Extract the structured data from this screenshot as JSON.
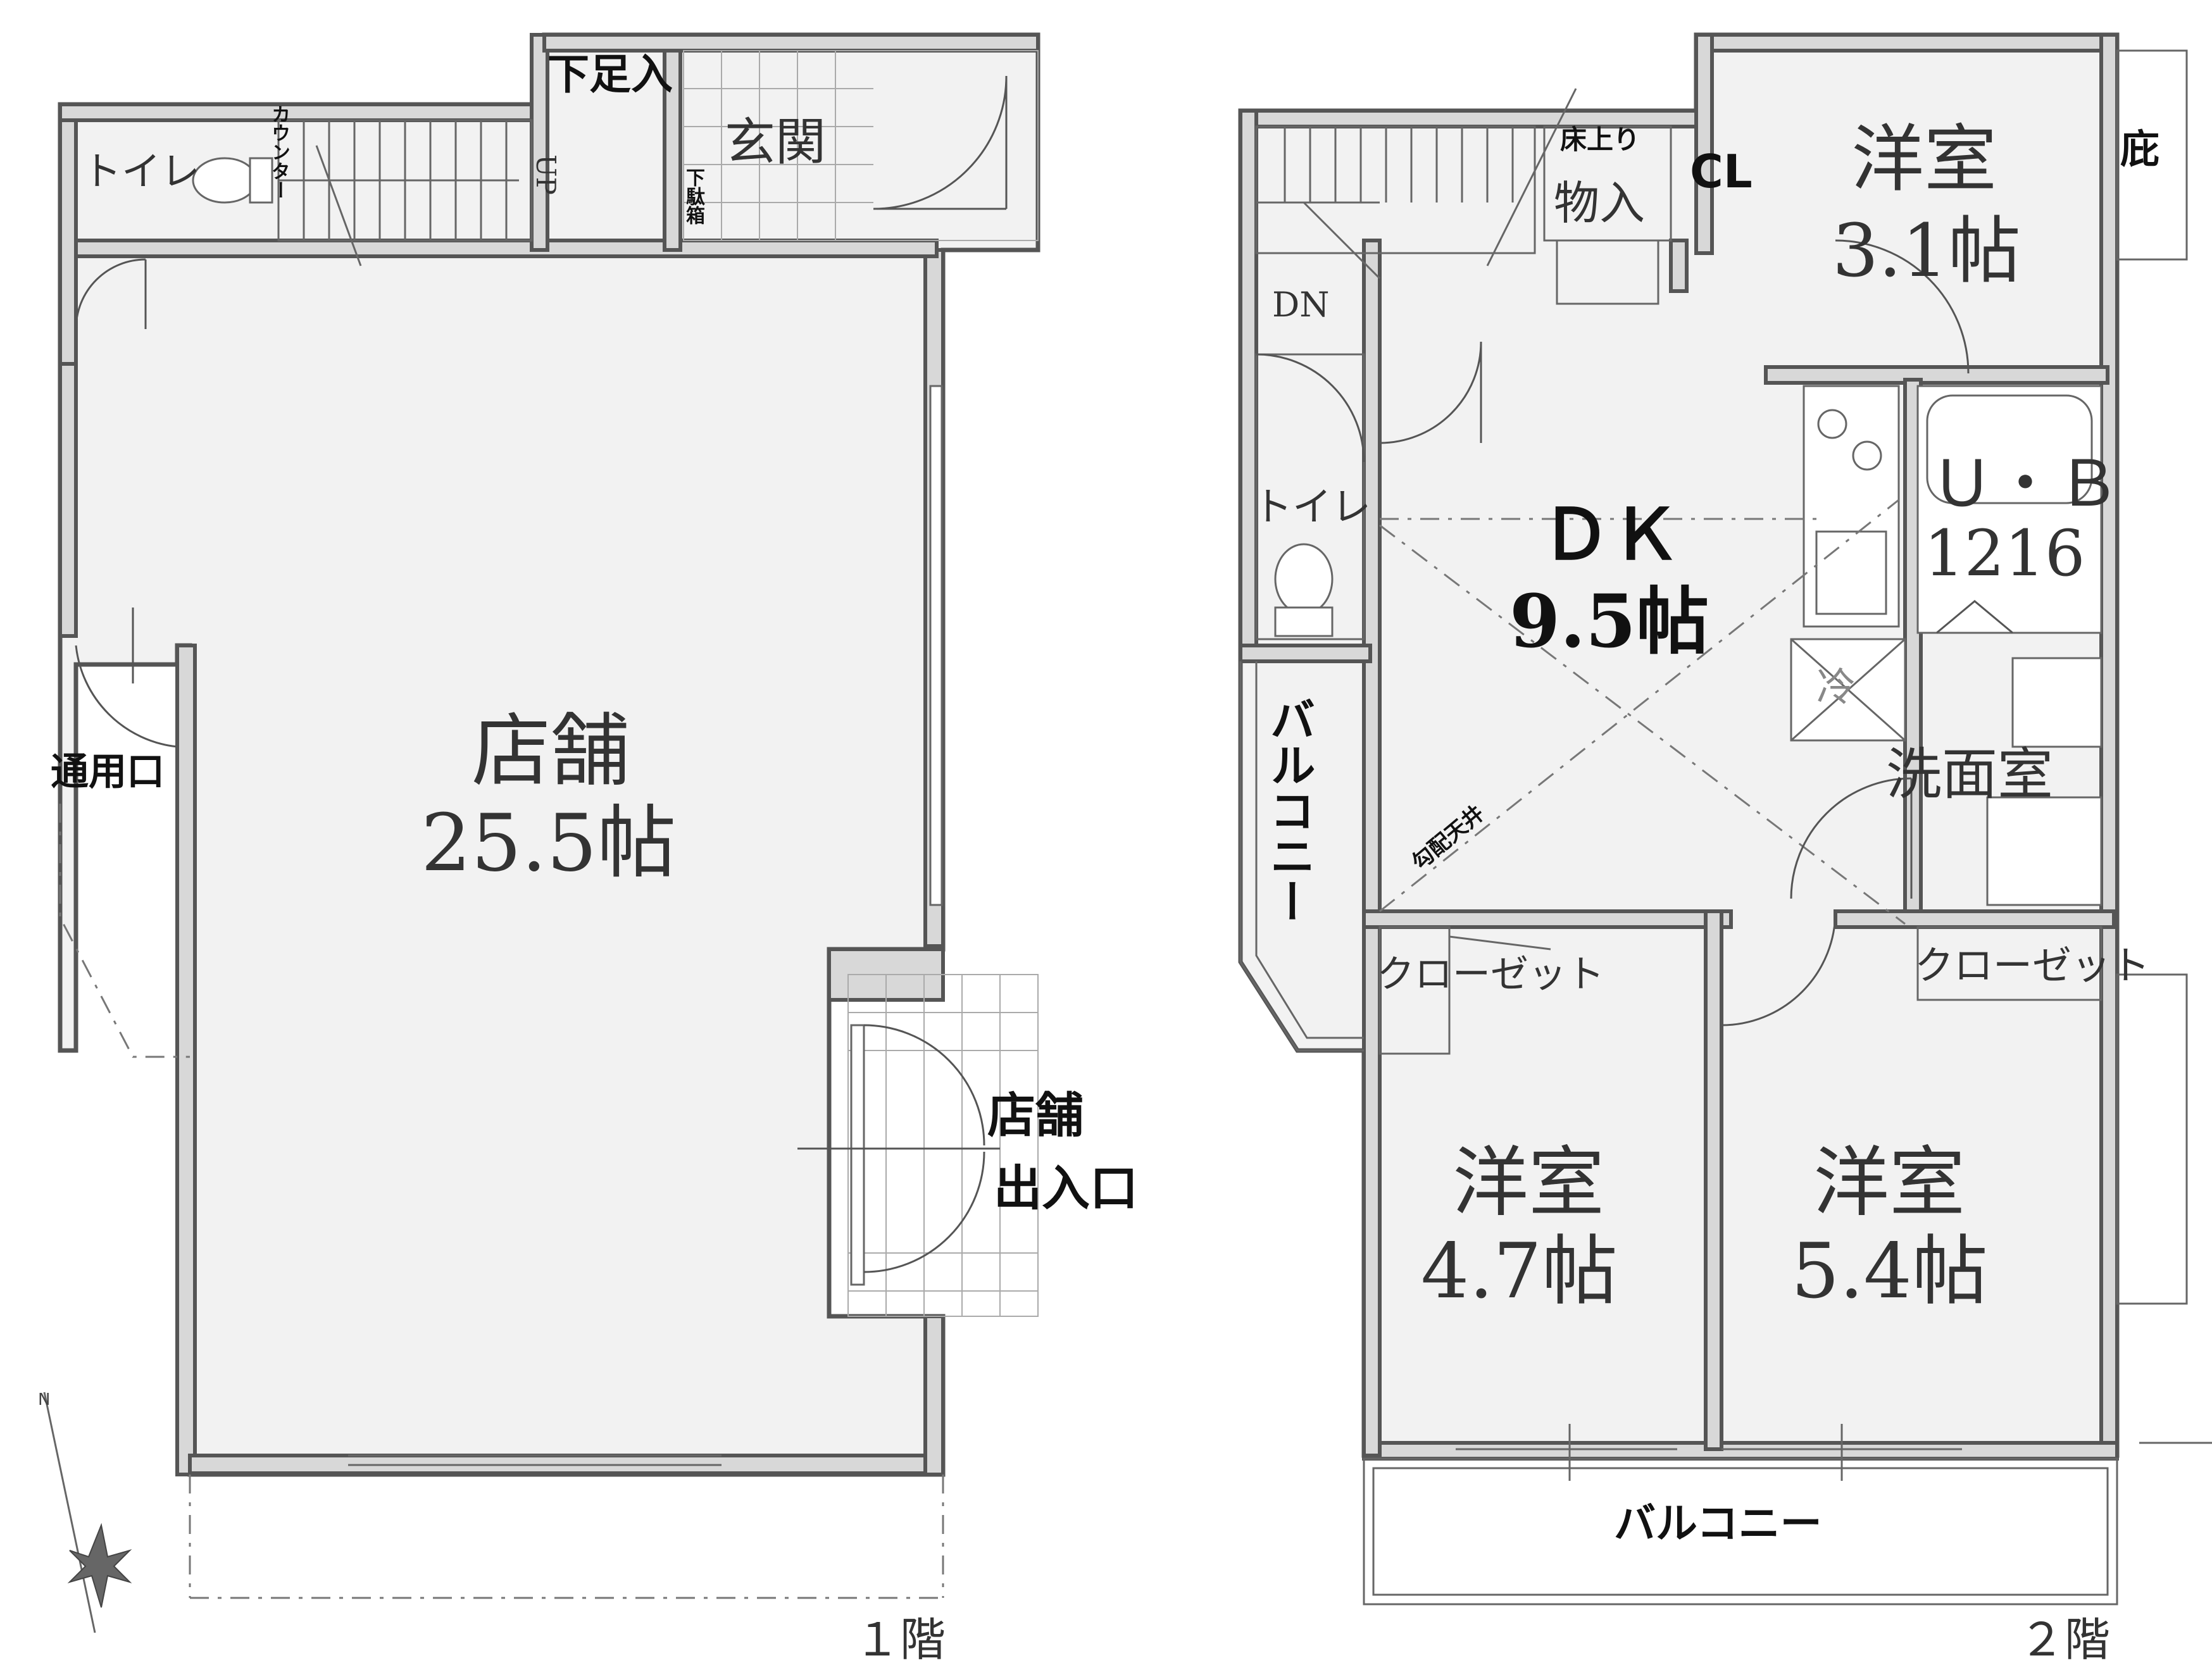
{
  "floor1": {
    "label": "１階",
    "rooms": {
      "store_name": "店舗",
      "store_size": "25.5帖",
      "toilet": "トイレ",
      "counter": "カウンター",
      "up": "UP",
      "shoe_storage": "下足入",
      "entrance": "玄関",
      "shoe_box": "下駄箱",
      "service_entrance": "通用口",
      "store_entrance_1": "店舗",
      "store_entrance_2": "出入口"
    }
  },
  "floor2": {
    "label": "２階",
    "rooms": {
      "dk_name": "ＤＫ",
      "dk_size": "9.5帖",
      "western_a_name": "洋室",
      "western_a_size": "3.1帖",
      "western_b_name": "洋室",
      "western_b_size": "4.7帖",
      "western_c_name": "洋室",
      "western_c_size": "5.4帖",
      "closet_cl": "CL",
      "eaves": "庇",
      "raised_floor": "床上り",
      "storage": "物入",
      "dn": "DN",
      "toilet": "トイレ",
      "unit_bath_1": "Ｕ・Ｂ",
      "unit_bath_2": "1216",
      "fridge": "冷",
      "washroom": "洗面室",
      "balcony_side": "バルコニー",
      "sloped_ceiling": "勾配天井",
      "closet_left": "クローゼット",
      "closet_right": "クローゼット",
      "balcony_bottom": "バルコニー"
    }
  },
  "icons": [
    "compass-icon"
  ]
}
